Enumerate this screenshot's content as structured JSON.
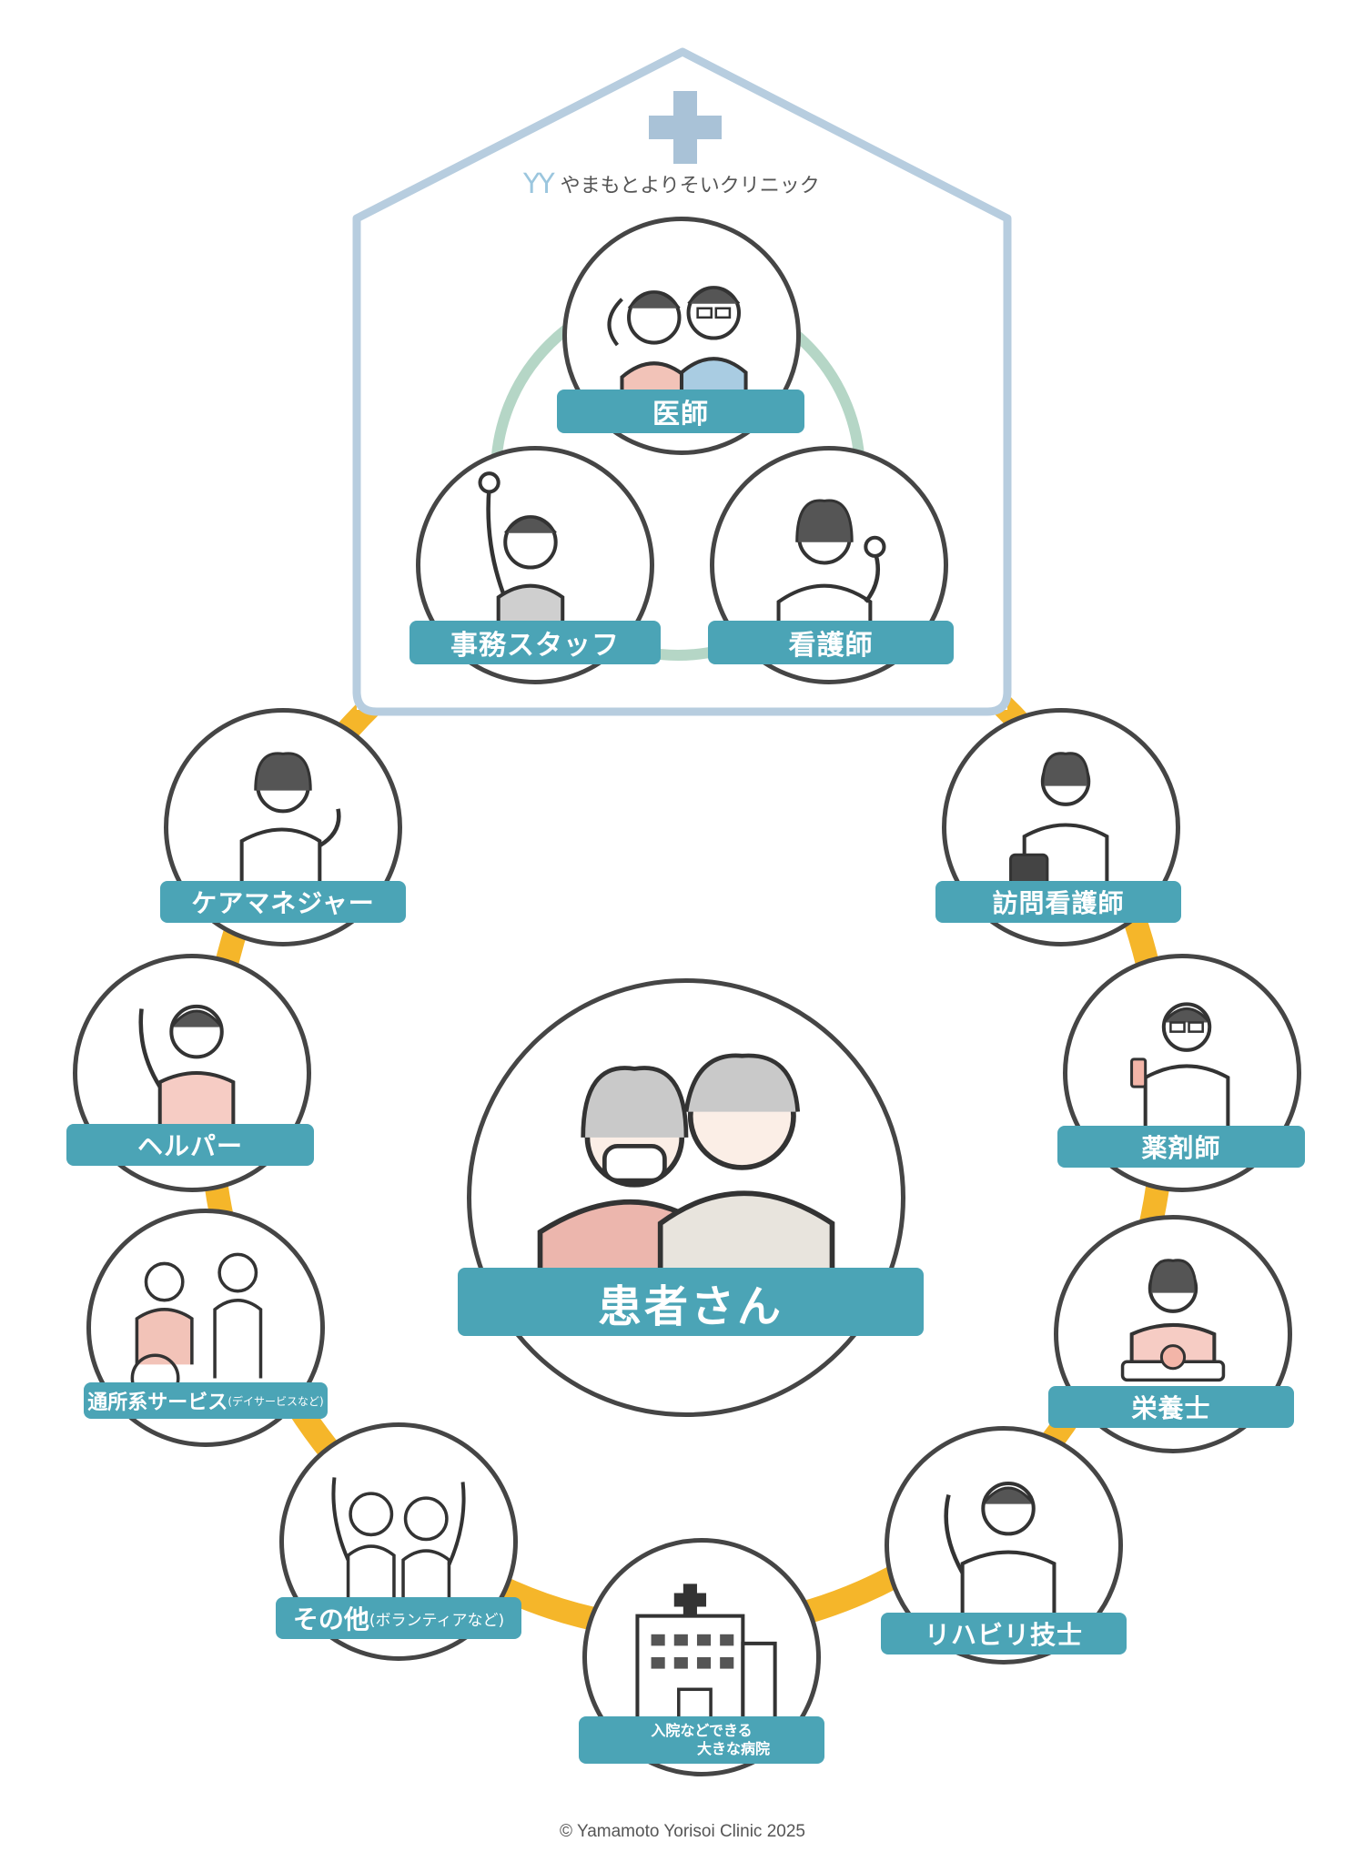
{
  "clinic": {
    "logo_mark": "YY",
    "name": "やまもとよりそいクリニック"
  },
  "center": {
    "label": "患者さん"
  },
  "clinic_roles": [
    {
      "id": "doctor",
      "label": "医師"
    },
    {
      "id": "office-staff",
      "label": "事務スタッフ"
    },
    {
      "id": "nurse",
      "label": "看護師"
    }
  ],
  "community_roles": [
    {
      "id": "care-manager",
      "label": "ケアマネジャー"
    },
    {
      "id": "helper",
      "label": "ヘルパー"
    },
    {
      "id": "day-service",
      "label": "通所系サービス",
      "note": "(デイサービスなど)"
    },
    {
      "id": "others",
      "label": "その他",
      "note": "(ボランティアなど)"
    },
    {
      "id": "hospital",
      "label_line1": "入院などできる",
      "label_line2": "大きな病院"
    },
    {
      "id": "rehab",
      "label": "リハビリ技士"
    },
    {
      "id": "dietitian",
      "label": "栄養士"
    },
    {
      "id": "pharmacist",
      "label": "薬剤師"
    },
    {
      "id": "visiting-nurse",
      "label": "訪問看護師"
    }
  ],
  "colors": {
    "teal_label": "#4ba4b6",
    "outer_ring": "#f5b62a",
    "inner_ring": "#b5d6c6",
    "house_outline": "#b7cddf",
    "circle_border": "#454545",
    "cross": "#a9c2d7"
  },
  "copyright": "© Yamamoto Yorisoi Clinic 2025"
}
